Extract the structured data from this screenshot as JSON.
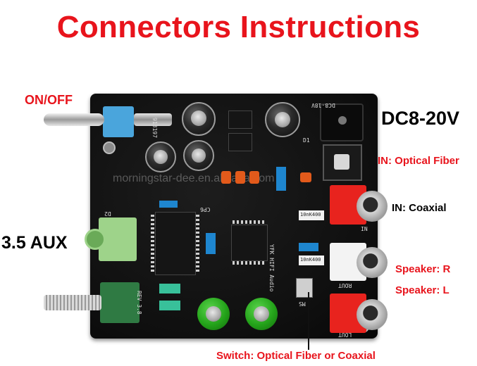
{
  "title": "Connectors Instructions",
  "labels": {
    "on_off": "ON/OFF",
    "dc_input": "DC8-20V",
    "optical_in_prefix": "IN:",
    "optical_in_name": " Optical Fiber",
    "coaxial_in": "IN: Coaxial",
    "aux": "3.5 AUX",
    "speaker_r": "Speaker: R",
    "speaker_l": "Speaker: L",
    "switch": "Switch: Optical Fiber or Coaxial"
  },
  "board_silkscreen": {
    "model": "YFK HIFI Audio",
    "revision": "REV 3.8",
    "power_label": "DC8-18V",
    "d1": "D1",
    "d2": "D2",
    "cp6": "CP6",
    "in_label": "IN",
    "rout": "ROUT",
    "lout": "LOUT",
    "ms": "MS",
    "resistor_1": "10nK400",
    "resistor_2": "10nK400",
    "part_code": "913197"
  },
  "watermark": "morningstar-dee.en.alibaba.com",
  "colors": {
    "accent_red": "#e8141c",
    "board": "#111111",
    "rca_red": "#e8231e",
    "rca_white": "#f3f3f3",
    "aux_jack": "#9ed38a",
    "switch_blue": "#4aa5dc"
  }
}
